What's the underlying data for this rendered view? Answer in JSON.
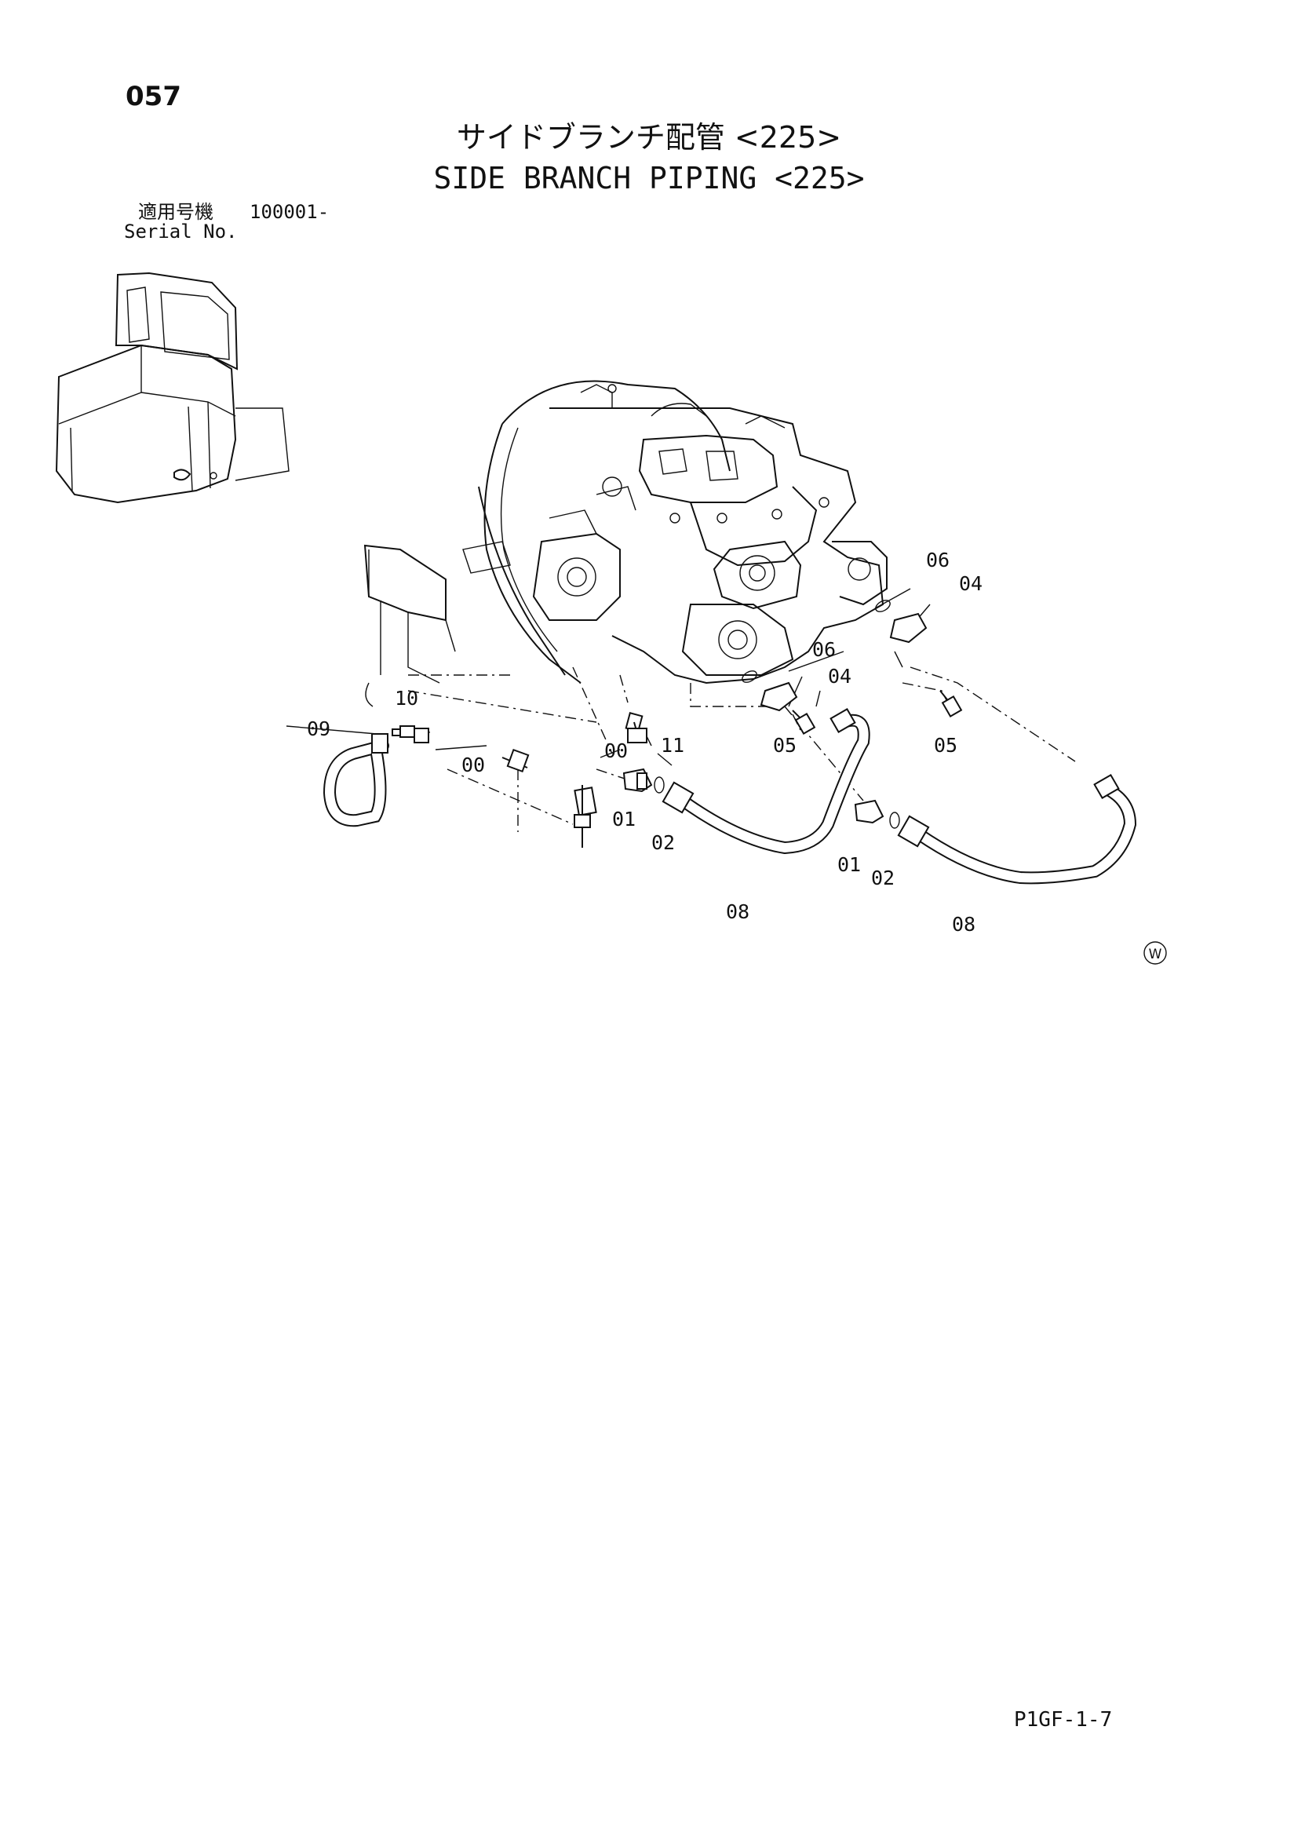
{
  "page_number": "057",
  "title_jp": "サイドブランチ配管 <225>",
  "title_en": "SIDE BRANCH PIPING <225>",
  "serial": {
    "label_jp": "適用号機",
    "value": "100001-",
    "label_en": "Serial No."
  },
  "callouts": {
    "c00a": "00",
    "c00b": "00",
    "c01a": "01",
    "c01b": "01",
    "c02a": "02",
    "c02b": "02",
    "c04a": "04",
    "c04b": "04",
    "c05a": "05",
    "c05b": "05",
    "c06a": "06",
    "c06b": "06",
    "c08a": "08",
    "c08b": "08",
    "c09": "09",
    "c10": "10",
    "c11": "11"
  },
  "mark": "W",
  "doc_code": "P1GF-1-7"
}
